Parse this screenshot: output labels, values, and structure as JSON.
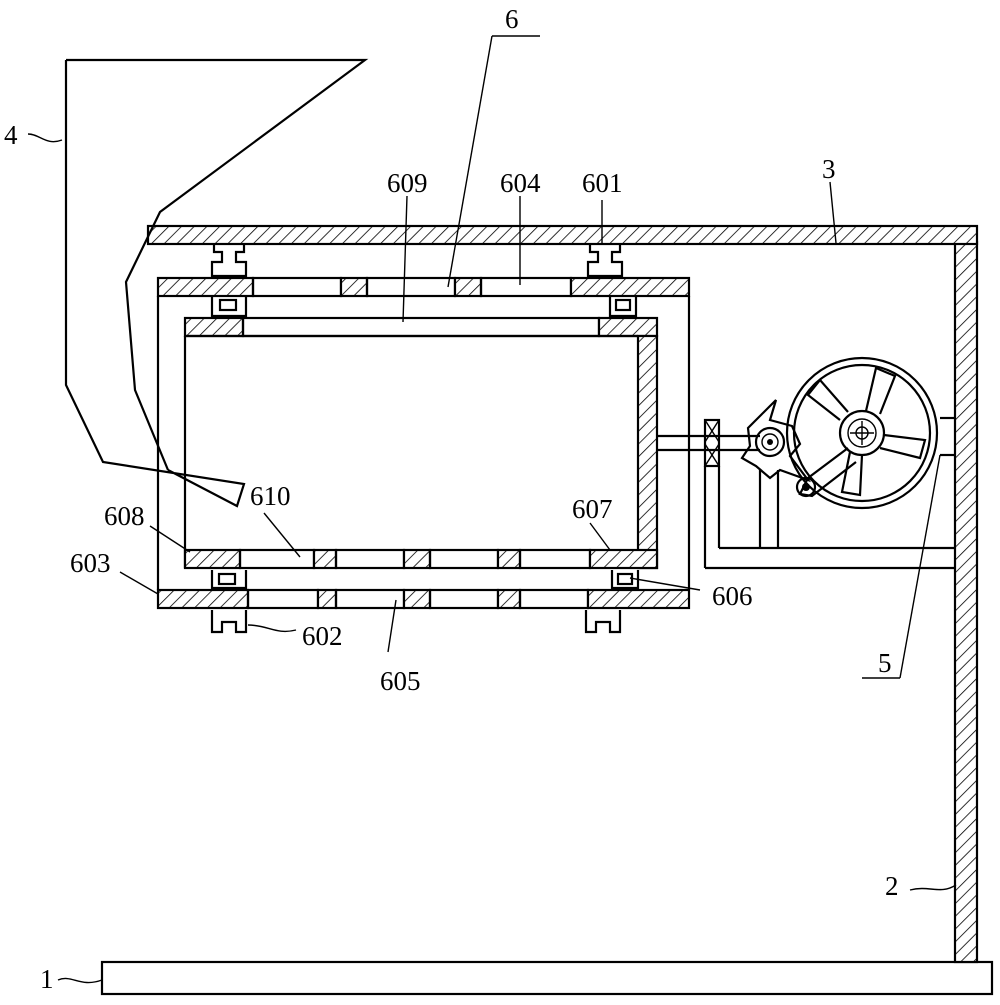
{
  "labels": {
    "l1": "1",
    "l2": "2",
    "l3": "3",
    "l4": "4",
    "l5": "5",
    "l6": "6",
    "l601": "601",
    "l602": "602",
    "l603": "603",
    "l604": "604",
    "l605": "605",
    "l606": "606",
    "l607": "607",
    "l608": "608",
    "l609": "609",
    "l610": "610"
  }
}
